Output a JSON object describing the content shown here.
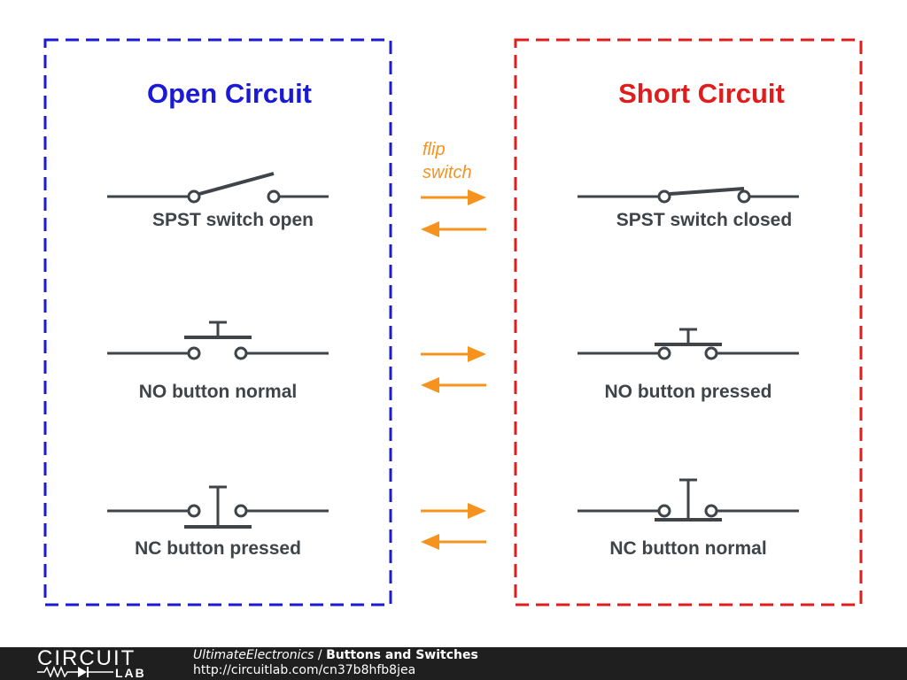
{
  "colors": {
    "open_accent": "#1a1ad6",
    "short_accent": "#e01c1c",
    "arrow": "#f5931e",
    "wire": "#3f4449"
  },
  "panels": {
    "open": {
      "title": "Open Circuit",
      "labels": [
        "SPST switch open",
        "NO button normal",
        "NC button pressed"
      ]
    },
    "short": {
      "title": "Short Circuit",
      "labels": [
        "SPST switch closed",
        "NO button pressed",
        "NC button normal"
      ]
    }
  },
  "transition": {
    "label_line1": "flip",
    "label_line2": "switch"
  },
  "footer": {
    "logo_top": "CIRCUIT",
    "logo_bottom": "LAB",
    "site": "UltimateElectronics",
    "separator": " / ",
    "title": "Buttons and Switches",
    "url": "http://circuitlab.com/cn37b8hfb8jea"
  }
}
